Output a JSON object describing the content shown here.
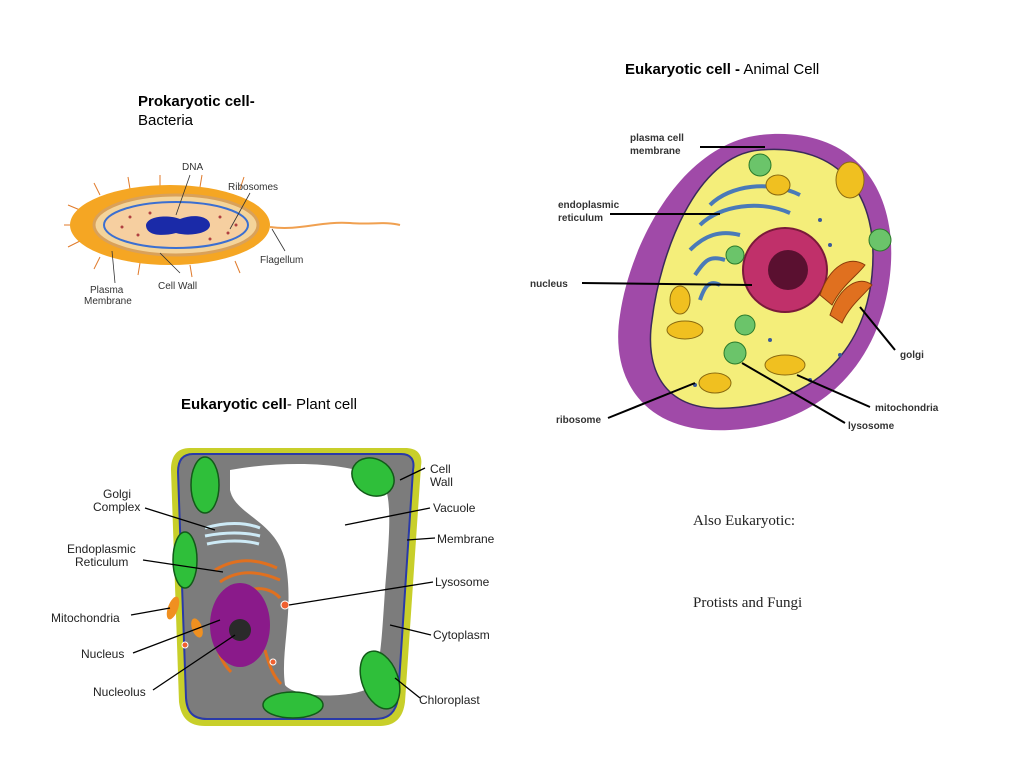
{
  "prokaryote": {
    "title_bold": "Prokaryotic cell-",
    "title_rest": "Bacteria",
    "labels": {
      "dna": "DNA",
      "ribosomes": "Ribosomes",
      "flagellum": "Flagellum",
      "cell_wall": "Cell Wall",
      "plasma_1": "Plasma",
      "plasma_2": "Membrane"
    },
    "colors": {
      "capsule": "#f5a623",
      "wall": "#d9a15a",
      "membrane": "#3b6fd1",
      "dna": "#1a2aa8"
    }
  },
  "animal": {
    "title_bold": "Eukaryotic cell -",
    "title_rest": " Animal Cell",
    "labels": {
      "plasma_1": "plasma cell",
      "plasma_2": "membrane",
      "er_1": "endoplasmic",
      "er_2": "reticulum",
      "nucleus": "nucleus",
      "golgi": "golgi",
      "ribosome": "ribosome",
      "mitochondria": "mitochondria",
      "lysosome": "lysosome"
    },
    "colors": {
      "membrane": "#a04aa8",
      "cytoplasm": "#f4ee7a",
      "nucleus": "#c0306a",
      "golgi": "#e0701f",
      "lysosome": "#3fa84a"
    }
  },
  "plant": {
    "title_bold": "Eukaryotic cell",
    "title_rest": "- Plant cell",
    "labels": {
      "cell_wall_1": "Cell",
      "cell_wall_2": "Wall",
      "golgi_1": "Golgi",
      "golgi_2": "Complex",
      "vacuole": "Vacuole",
      "er_1": "Endoplasmic",
      "er_2": "Reticulum",
      "membrane": "Membrane",
      "lysosome": "Lysosome",
      "mitochondria": "Mitochondria",
      "cytoplasm": "Cytoplasm",
      "nucleus": "Nucleus",
      "nucleolus": "Nucleolus",
      "chloroplast": "Chloroplast"
    },
    "colors": {
      "wall": "#c8cf2a",
      "membrane": "#2a3aa8",
      "cytoplasm": "#7c7c7c",
      "chloroplast": "#2fbf3a",
      "nucleus": "#8a1a8a"
    }
  },
  "notes": {
    "line1": "Also Eukaryotic:",
    "line2": "Protists and Fungi"
  }
}
